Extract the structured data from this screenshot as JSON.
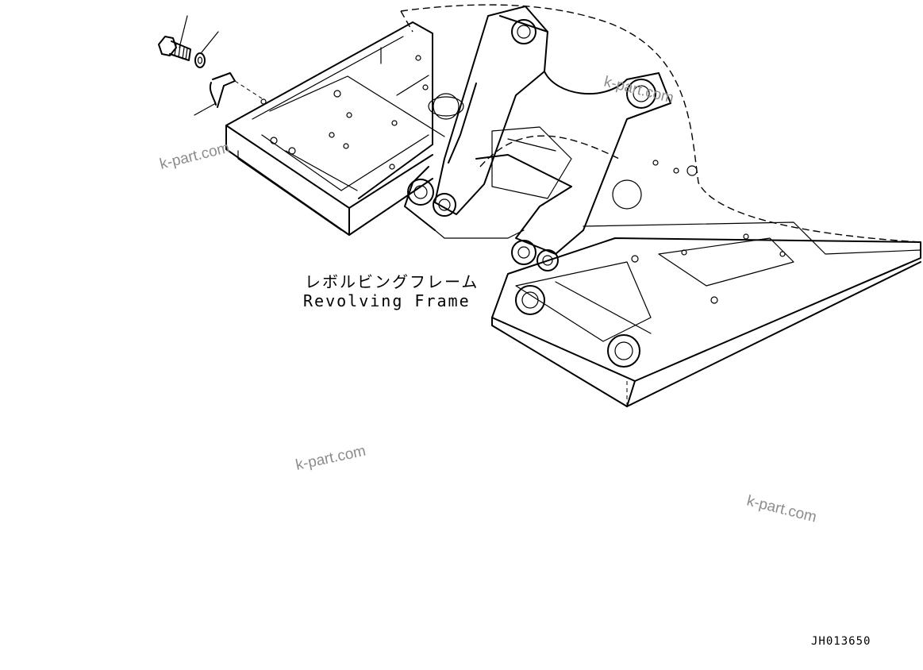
{
  "labels": {
    "part_name_ja": "レボルビングフレーム",
    "part_name_en": "Revolving Frame",
    "drawing_id": "JH013650"
  },
  "watermarks": [
    "k-part.com",
    "k-part.com",
    "k-part.com",
    "k-part.com"
  ],
  "icons": [
    "bolt-icon",
    "washer-icon",
    "clamp-icon"
  ]
}
